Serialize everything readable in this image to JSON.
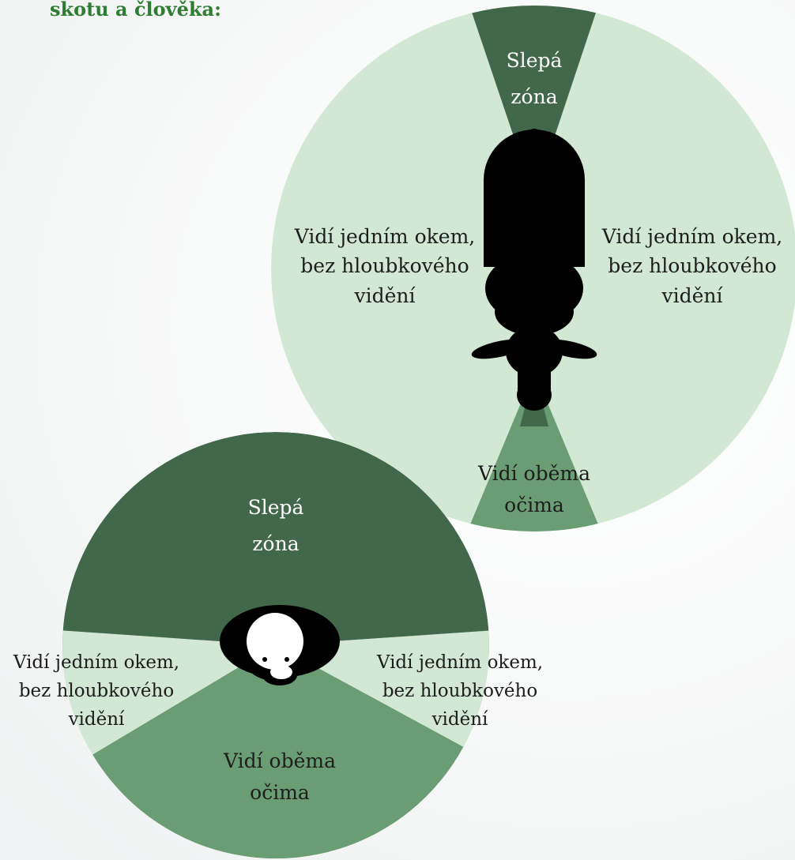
{
  "heading": "skotu a člověka:",
  "colors": {
    "dark": "#41684a",
    "medium": "#6b9d75",
    "light": "#d2e7d4",
    "white": "#ffffff",
    "black": "#000000"
  },
  "cattle": {
    "blind_line1": "Slepá",
    "blind_line2": "zóna",
    "left_line1": "Vidí jedním okem,",
    "left_line2": "bez hloubkového",
    "left_line3": "vidění",
    "right_line1": "Vidí jedním okem,",
    "right_line2": "bez hloubkového",
    "right_line3": "vidění",
    "front_line1": "Vidí oběma",
    "front_line2": "očima"
  },
  "human": {
    "blind_line1": "Slepá",
    "blind_line2": "zóna",
    "left_line1": "Vidí jedním okem,",
    "left_line2": "bez hloubkového",
    "left_line3": "vidění",
    "right_line1": "Vidí jedním okem,",
    "right_line2": "bez hloubkového",
    "right_line3": "vidění",
    "front_line1": "Vidí oběma",
    "front_line2": "očima"
  }
}
